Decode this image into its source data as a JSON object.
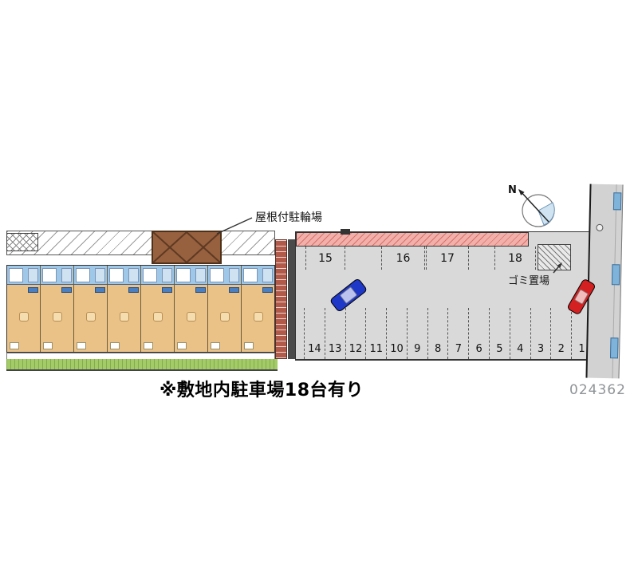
{
  "plan": {
    "note": "※敷地内駐車場18台有り",
    "watermark": "024362",
    "bike_shed_label": "屋根付駐輪場",
    "garbage_label": "ゴミ置場",
    "compass_north": "N",
    "parking_top": [
      "15",
      "16",
      "17",
      "18"
    ],
    "parking_bottom": [
      "14",
      "13",
      "12",
      "11",
      "10",
      "9",
      "8",
      "7",
      "6",
      "5",
      "4",
      "3",
      "2",
      "1"
    ],
    "units": [
      "",
      "",
      "",
      "",
      "",
      "",
      "",
      ""
    ]
  },
  "colors": {
    "room_tan": "#eac287",
    "bath_blue": "#9ec7e8",
    "grass_green": "#a3cb66",
    "walkway_pink": "#f3b0aa",
    "shed_brown": "#976140",
    "brick_red": "#b25a49",
    "asphalt_gray": "#d9d9d9",
    "car_blue": "#2038c8",
    "car_red": "#d42020"
  }
}
